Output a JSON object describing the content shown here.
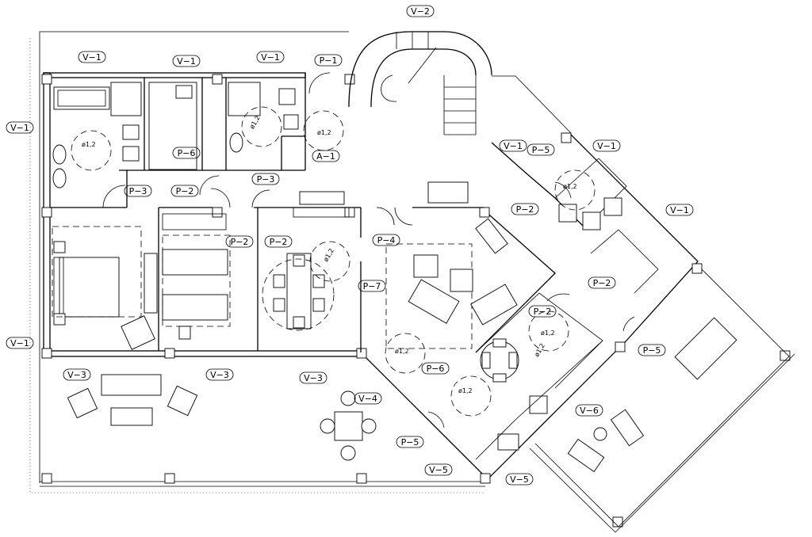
{
  "labels": {
    "v1": "V−1",
    "v2": "V−2",
    "v3": "V−3",
    "v4": "V−4",
    "v5": "V−5",
    "v6": "V−6",
    "p1": "P−1",
    "p2": "P−2",
    "p3": "P−3",
    "p4": "P−4",
    "p5": "P−5",
    "p6": "P−6",
    "p7": "P−7",
    "a1": "A−1",
    "turn_radius": "ø1,2"
  }
}
